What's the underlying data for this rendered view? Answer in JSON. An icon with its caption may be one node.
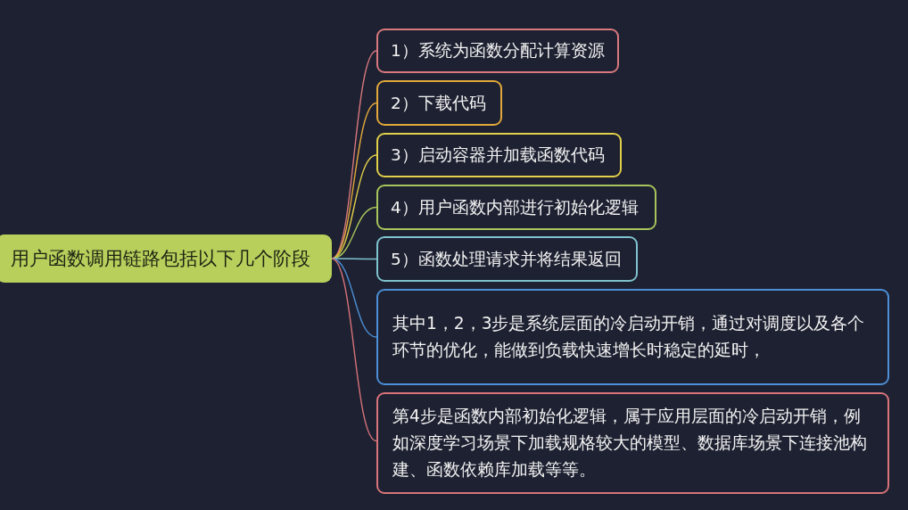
{
  "diagram": {
    "nodes": [
      {
        "text": [
          "用户函数调用链路包括以下几个阶段"
        ]
      },
      {
        "text": [
          "1）系统为函数分配计算资源"
        ]
      },
      {
        "text": [
          "2）下载代码"
        ]
      },
      {
        "text": [
          "3）启动容器并加载函数代码"
        ]
      },
      {
        "text": [
          "4）用户函数内部进行初始化逻辑"
        ]
      },
      {
        "text": [
          "5）函数处理请求并将结果返回"
        ]
      },
      {
        "text": [
          "其中1，2，3步是系统层面的冷启动开销，通过对调度以及各个环节的优化，能做到负载快速增长时稳定的延时，"
        ]
      },
      {
        "text": [
          "第4步是函数内部初始化逻辑，属于应用层面的冷启动开销，例如深度学习场景下加载规格较大的模型、数据库场景下连接池构建、函数依赖库加载等等。"
        ]
      }
    ],
    "edges": [
      {
        "from": 0,
        "to": 1,
        "arrow": "none",
        "color": "#d9787e"
      },
      {
        "from": 0,
        "to": 2,
        "arrow": "none",
        "color": "#e3a83c"
      },
      {
        "from": 0,
        "to": 3,
        "arrow": "none",
        "color": "#e2cf4a"
      },
      {
        "from": 0,
        "to": 4,
        "arrow": "none",
        "color": "#a9c45c"
      },
      {
        "from": 0,
        "to": 5,
        "arrow": "none",
        "color": "#7fc3cf"
      },
      {
        "from": 0,
        "to": 6,
        "arrow": "none",
        "color": "#4d8fd6"
      },
      {
        "from": 0,
        "to": 7,
        "arrow": "none",
        "color": "#d9737a"
      }
    ]
  }
}
